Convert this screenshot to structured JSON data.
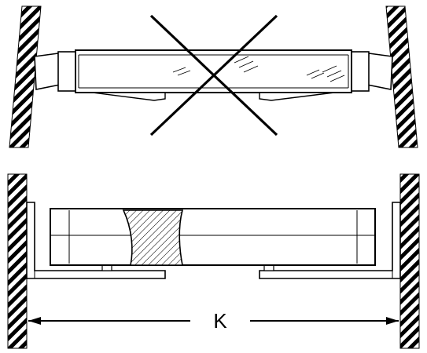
{
  "diagram": {
    "dimension_label": "K",
    "line_color": "#000000",
    "background_color": "#ffffff",
    "top_view": {
      "status": "incorrect",
      "mark": "cross-out"
    },
    "bottom_view": {
      "status": "correct"
    }
  }
}
